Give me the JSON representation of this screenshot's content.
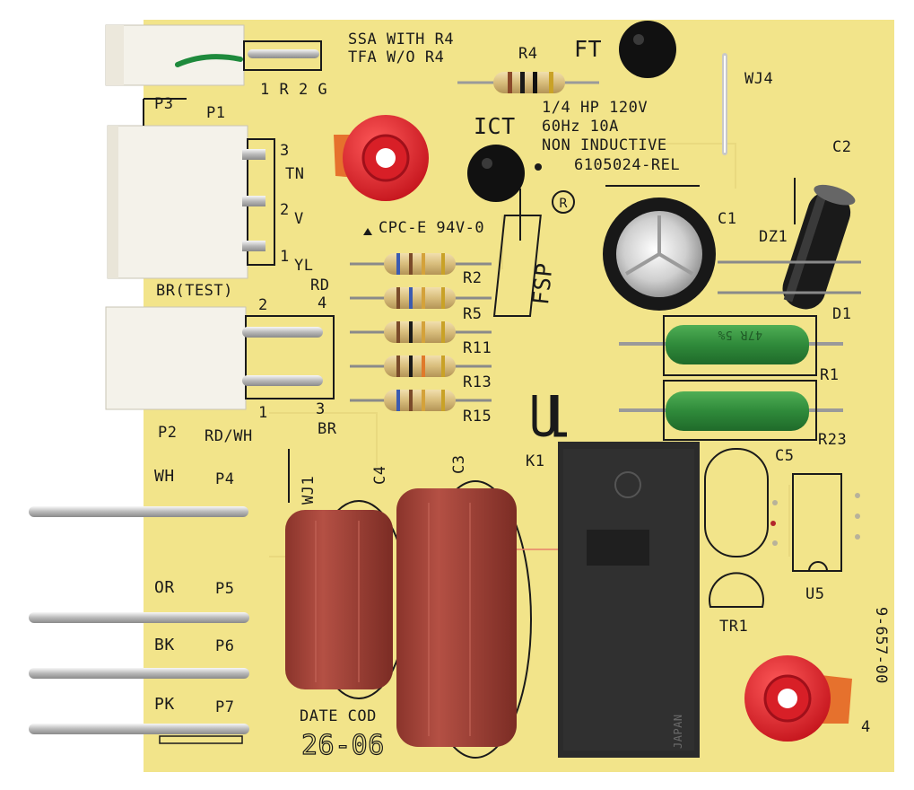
{
  "board": {
    "note_line1": "SSA WITH R4",
    "note_line2": "TFA W/O R4",
    "pins_p3": "1 R  2 G",
    "r4": "R4",
    "ft": "FT",
    "wj4": "WJ4",
    "rating_1": "1/4 HP 120V",
    "rating_2": "60Hz 10A",
    "rating_3": "NON INDUCTIVE",
    "part_number": "6105024-REL",
    "ict": "ICT",
    "c2": "C2",
    "c1": "C1",
    "dz1": "DZ1",
    "d1": "D1",
    "fsp": "FSP",
    "cpc": "CPC-E  94V-0",
    "p3": "P3",
    "p1": "P1",
    "p1_pin3": "3",
    "p1_tn": "TN",
    "p1_pin2": "2",
    "p1_v": "V",
    "p1_pin1": "1",
    "p1_yl": "YL",
    "br_test": "BR(TEST)",
    "rd": "RD",
    "pin4": "4",
    "pin2": "2",
    "r2": "R2",
    "r5": "R5",
    "r11": "R11",
    "r13": "R13",
    "r15": "R15",
    "r1": "R1",
    "r23": "R23",
    "r1_value": "47R 5%",
    "p2": "P2",
    "rd_wh": "RD/WH",
    "p2_pin1": "1",
    "p2_pin3": "3",
    "br": "BR",
    "wj1": "WJ1",
    "c4": "C4",
    "c3": "C3",
    "k1": "K1",
    "c5": "C5",
    "tr1": "TR1",
    "u5": "U5",
    "wh": "WH",
    "p4": "P4",
    "or": "OR",
    "p5": "P5",
    "bk": "BK",
    "p6": "P6",
    "pk": "PK",
    "p7": "P7",
    "date_code_label": "DATE COD",
    "date_code_value": "26-06",
    "side_code": "9-657-00",
    "pin4_right": "4",
    "relay_text": "JAPAN"
  },
  "colors": {
    "pcb": "#f2e48a",
    "silkscreen": "#1a1a1a",
    "connector": "#f4f2ea",
    "test_point": "#e1242c",
    "capacitor_film": "#a9453a",
    "resistor_green": "#2f8a3a",
    "relay": "#2b2b2b"
  }
}
